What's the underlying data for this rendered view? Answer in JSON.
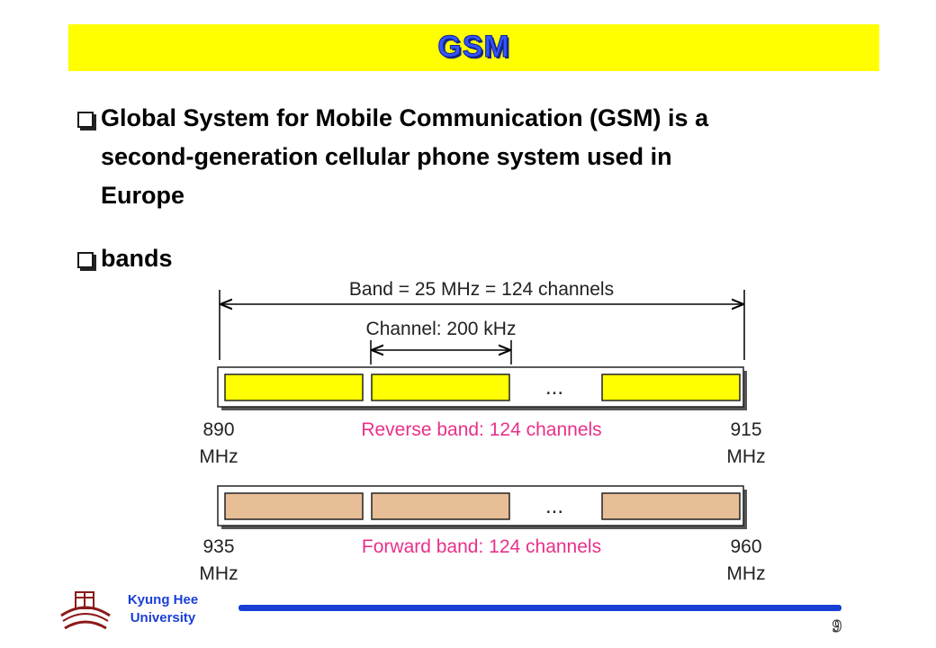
{
  "slide": {
    "title": "GSM",
    "bullets": [
      {
        "line1": "Global System for Mobile Communication (GSM) is a",
        "line2": "second-generation cellular phone system used in",
        "line3": "Europe"
      },
      {
        "line1": "bands"
      }
    ],
    "page_number": "9",
    "university": {
      "line1": "Kyung Hee",
      "line2": "University"
    }
  },
  "diagram": {
    "band_label": "Band = 25 MHz = 124 channels",
    "channel_label": "Channel: 200 kHz",
    "ellipsis": "...",
    "reverse": {
      "label": "Reverse band: 124 channels",
      "start_freq": "890",
      "start_unit": "MHz",
      "end_freq": "915",
      "end_unit": "MHz",
      "fill": "#ffff00"
    },
    "forward": {
      "label": "Forward band: 124 channels",
      "start_freq": "935",
      "start_unit": "MHz",
      "end_freq": "960",
      "end_unit": "MHz",
      "fill": "#e8be96"
    },
    "label_color": "#e8308a"
  },
  "colors": {
    "accent": "#1a3fd6",
    "title_bg": "#ffff00"
  }
}
